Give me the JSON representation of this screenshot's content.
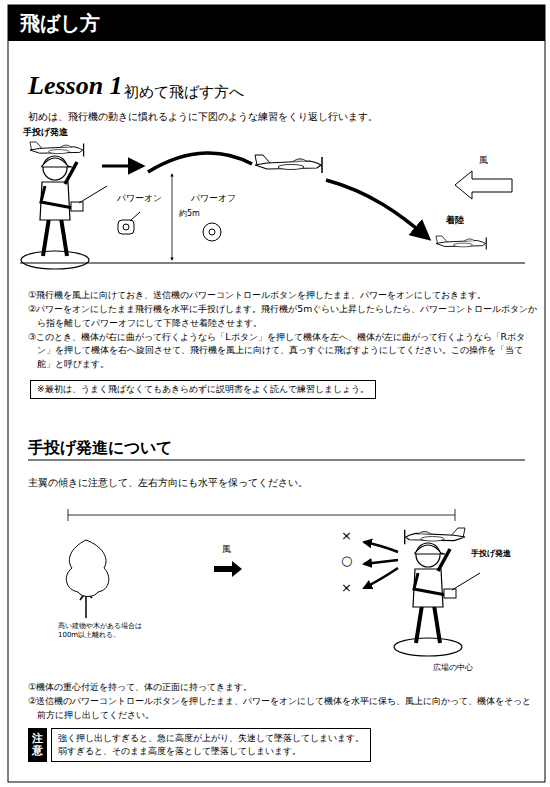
{
  "diagram": {
    "nodes": [
      {
        "text": [
          "飛ばし方"
        ]
      },
      {
        "text": [
          "※最初は、うまく飛ばなくてもあきらめずに説明書をよく読んで練習しましょう。"
        ]
      },
      {
        "text": [
          "注意"
        ]
      },
      {
        "text": [
          "強く押し出しすぎると、急に高度が上がり、失速して墜落してしまいます。 弱すぎると、そのまま高度を落として墜落してしまいます。"
        ]
      }
    ],
    "labels": [
      "Lesson 1",
      "初めて飛ばす方へ",
      "初めは、飛行機の動きに慣れるように下図のような練習をくり返し行います。",
      "手投げ発進",
      "パワーオン",
      "パワーオフ",
      "約5m",
      "風",
      "着陸",
      "①飛行機を風上に向けておき、送信機のパワーコントロールボタンを押したまま、パワーをオンにしておきます。",
      "②パワーをオンにしたまま飛行機を水平に手投げします。飛行機が5mぐらい上昇したらしたら、パワーコントロールボタンから指を離してパワーオフにして下降させ着陸させます。",
      "③このとき、機体が右に曲がって行くようなら「Lボタン」を押して機体を左へ、機体が左に曲がって行くようなら「Rボタン」を押して機体を右へ旋回させて、飛行機を風上に向けて、真っすぐに飛ばすようにしてください。この操作を「当て舵」と呼びます。",
      "手投げ発進について",
      "主翼の傾きに注意して、左右方向にも水平を保ってください。",
      "高い建物や木がある場合は 100m以上離れる。",
      "風",
      "×",
      "○",
      "×",
      "手投げ発進",
      "広場の中心",
      "①機体の重心付近を持って、体の正面に持ってきます。",
      "②送信機のパワーコントロールボタンを押したまま、パワーをオンにして機体を水平に保ち、風上に向かって、機体をそっと前方に押し出してください。"
    ]
  }
}
